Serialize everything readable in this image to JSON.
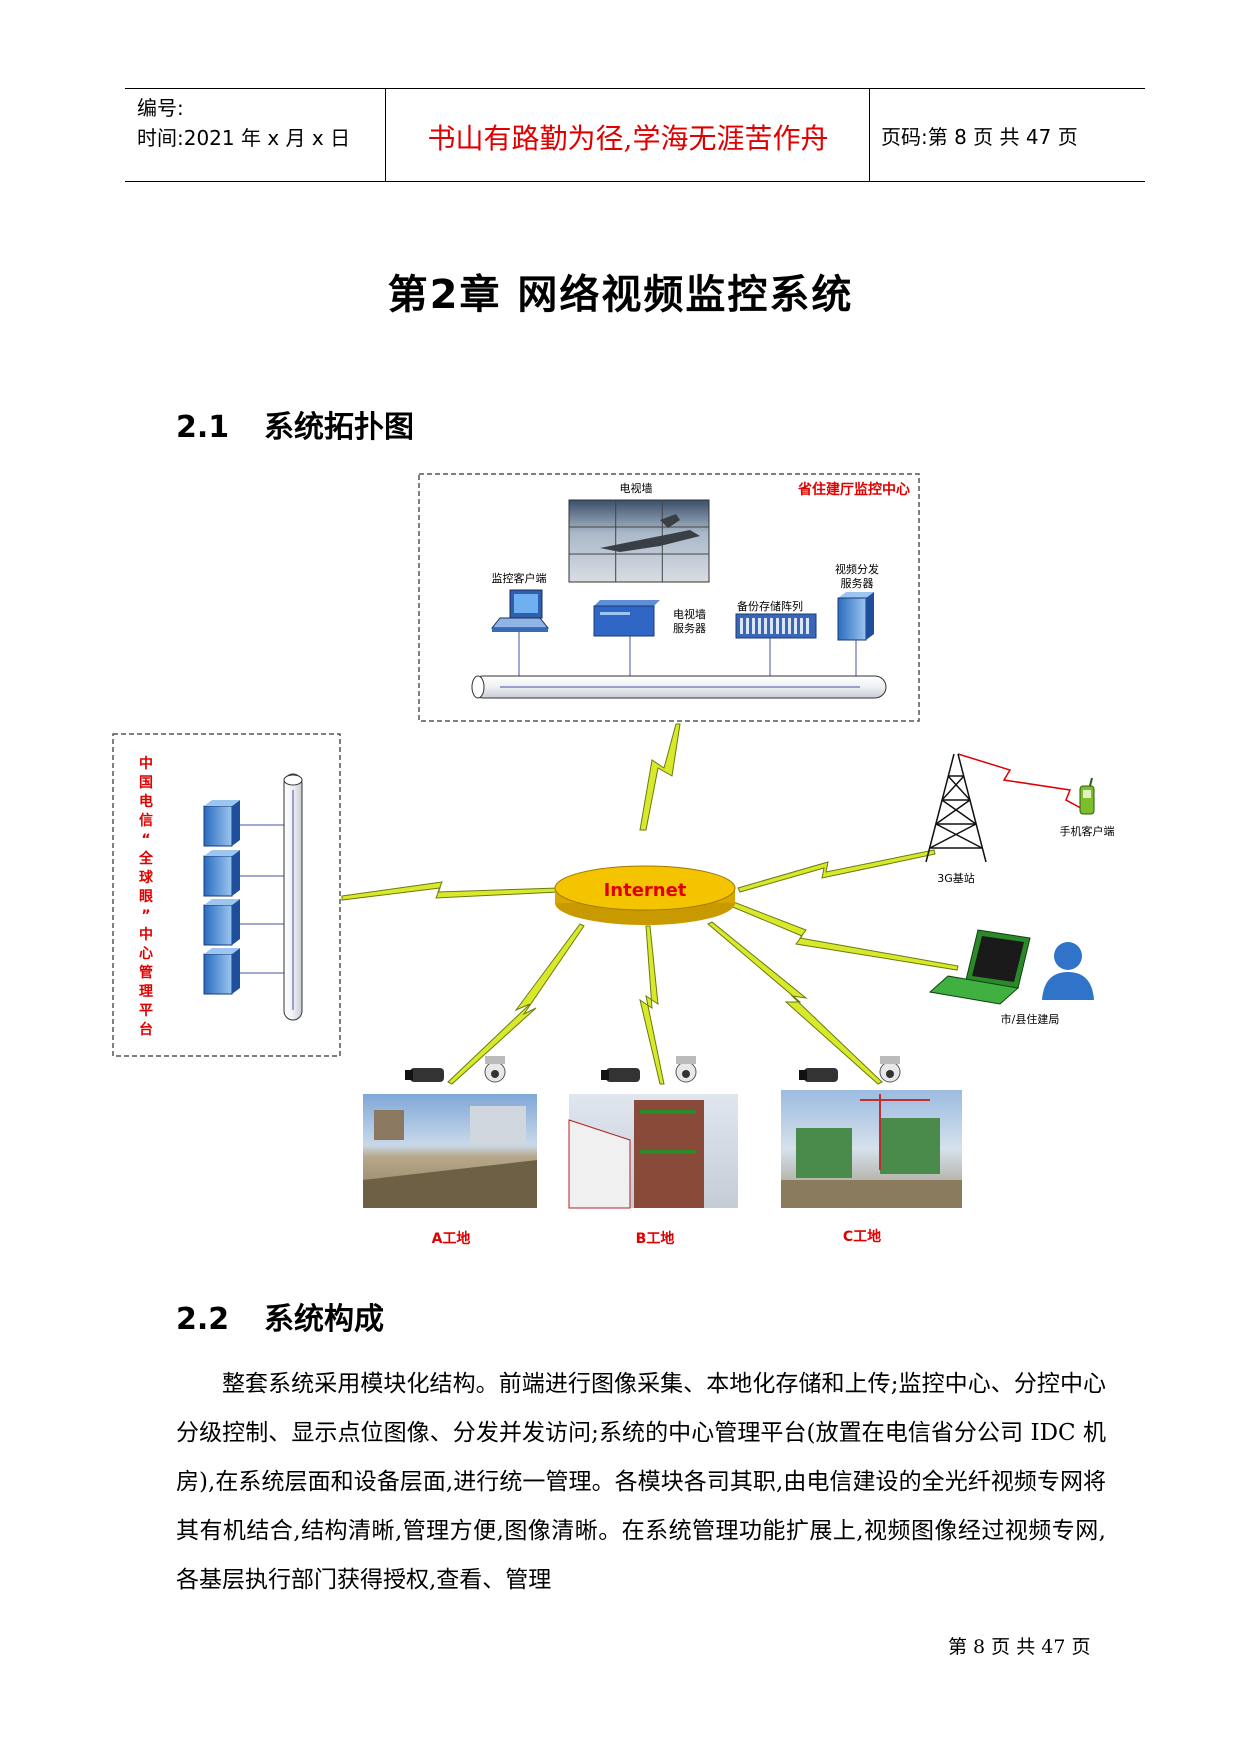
{
  "header": {
    "number_label": "编号:",
    "time_label": "时间:2021 年 x 月 x 日",
    "motto": "书山有路勤为径,学海无涯苦作舟",
    "page_info": "页码:第 8 页  共 47 页"
  },
  "chapter_title": "第2章  网络视频监控系统",
  "section1": {
    "number": "2.1",
    "title": "系统拓扑图"
  },
  "diagram": {
    "center_title": "省住建厅监控中心",
    "tv_wall": "电视墙",
    "monitor_client": "监控客户端",
    "tv_wall_server_line1": "电视墙",
    "tv_wall_server_line2": "服务器",
    "backup_storage": "备份存储阵列",
    "video_dist_line1": "视频分发",
    "video_dist_line2": "服务器",
    "platform_label": [
      "中",
      "国",
      "电",
      "信",
      "“",
      "全",
      "球",
      "眼",
      "”",
      "中",
      "心",
      "管",
      "理",
      "平",
      "台"
    ],
    "internet": "Internet",
    "base_station": "3G基站",
    "mobile_client": "手机客户端",
    "city_bureau": "市/县住建局",
    "site_a": "A工地",
    "site_b": "B工地",
    "site_c": "C工地"
  },
  "section2": {
    "number": "2.2",
    "title": "系统构成"
  },
  "paragraph": "整套系统采用模块化结构。前端进行图像采集、本地化存储和上传;监控中心、分控中心分级控制、显示点位图像、分发并发访问;系统的中心管理平台(放置在电信省分公司 IDC 机房),在系统层面和设备层面,进行统一管理。各模块各司其职,由电信建设的全光纤视频专网将其有机结合,结构清晰,管理方便,图像清晰。在系统管理功能扩展上,视频图像经过视频专网,各基层执行部门获得授权,查看、管理",
  "footer": "第 8 页 共 47 页",
  "colors": {
    "red": "#e00000",
    "internet_fill": "#f5c400",
    "lightning": "#d8e82a"
  }
}
